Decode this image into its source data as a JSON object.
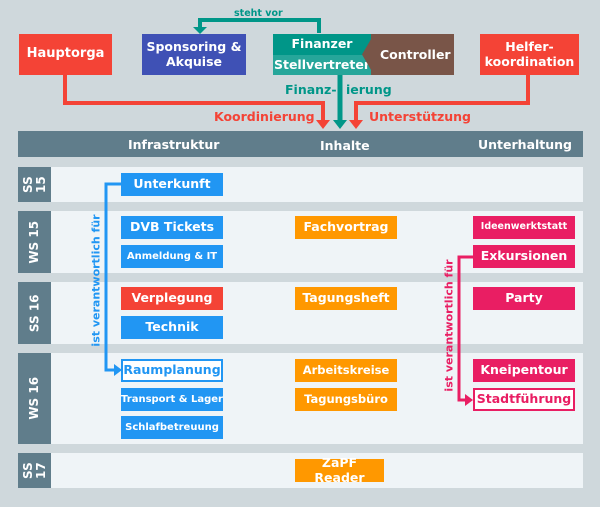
{
  "top": {
    "hauptorga": "Hauptorga",
    "sponsoring": "Sponsoring & Akquise",
    "finanzer": "Finanzer",
    "stellvertreter": "Stellvertreter",
    "controller": "Controller",
    "helfer": "Helfer-\nkoordination",
    "steht_vor": "steht vor",
    "finanz_left": "Finanz-",
    "finanz_right": "ierung",
    "koordinierung": "Koordinierung",
    "unterstuetzung": "Unterstützung"
  },
  "header": {
    "col1": "Infrastruktur",
    "col2": "Inhalte",
    "col3": "Unterhaltung"
  },
  "semesters": [
    {
      "label": "SS\n15"
    },
    {
      "label": "WS 15"
    },
    {
      "label": "SS 16"
    },
    {
      "label": "WS 16"
    },
    {
      "label": "SS\n17"
    }
  ],
  "infrastruktur": {
    "unterkunft": "Unterkunft",
    "dvb": "DVB Tickets",
    "anmeldung": "Anmeldung & IT",
    "verpflegung": "Verplegung",
    "technik": "Technik",
    "raumplanung": "Raumplanung",
    "transport": "Transport & Lager",
    "schlaf": "Schlafbetreuung"
  },
  "inhalte": {
    "fachvortrag": "Fachvortrag",
    "tagungsheft": "Tagungsheft",
    "arbeitskreise": "Arbeitskreise",
    "tagungsbuero": "Tagungsbüro",
    "zapf": "ZaPF Reader"
  },
  "unterhaltung": {
    "ideen": "Ideenwerktstatt",
    "exkursionen": "Exkursionen",
    "party": "Party",
    "kneipentour": "Kneipentour",
    "stadtfuehrung": "Stadtführung"
  },
  "relations": {
    "blue_label": "ist verantwortlich für",
    "pink_label": "ist verantwortlich für"
  },
  "colors": {
    "red": "#f44336",
    "indigo": "#3f51b5",
    "teal": "#009688",
    "brown": "#795548",
    "blue": "#2196f3",
    "orange": "#ff9800",
    "pink": "#e91e63",
    "slate": "#607d8b"
  }
}
